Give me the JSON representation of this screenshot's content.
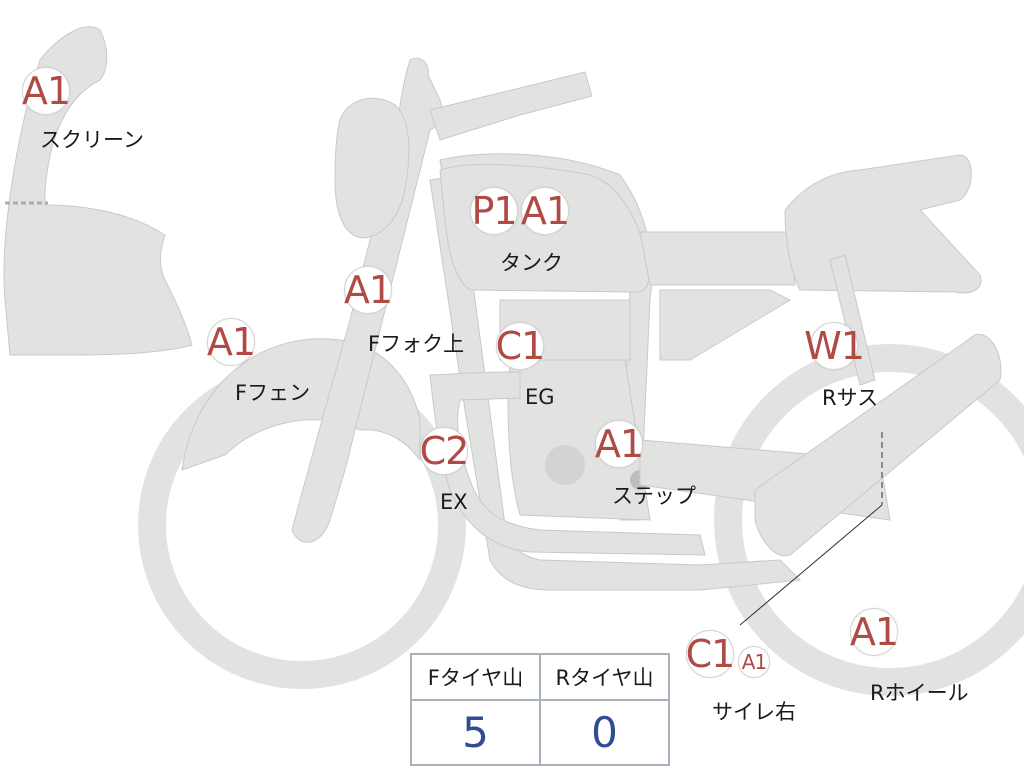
{
  "parts": [
    {
      "id": "screen",
      "codes": [
        "A1"
      ],
      "label": "スクリーン"
    },
    {
      "id": "tank",
      "codes": [
        "P1",
        "A1"
      ],
      "label": "タンク"
    },
    {
      "id": "ffork-upper",
      "codes": [
        "A1"
      ],
      "label": "Fフォク上"
    },
    {
      "id": "ffender",
      "codes": [
        "A1"
      ],
      "label": "Fフェン"
    },
    {
      "id": "engine",
      "codes": [
        "C1"
      ],
      "label": "EG"
    },
    {
      "id": "exhaust",
      "codes": [
        "C2"
      ],
      "label": "EX"
    },
    {
      "id": "step",
      "codes": [
        "A1"
      ],
      "label": "ステップ"
    },
    {
      "id": "rsus",
      "codes": [
        "W1"
      ],
      "label": "Rサス"
    },
    {
      "id": "silencer-right",
      "codes": [
        "C1",
        "A1"
      ],
      "label": "サイレ右"
    },
    {
      "id": "rwheel",
      "codes": [
        "A1"
      ],
      "label": "Rホイール"
    }
  ],
  "tire_table": {
    "headers": [
      "Fタイヤ山",
      "Rタイヤ山"
    ],
    "values": [
      "5",
      "0"
    ]
  }
}
